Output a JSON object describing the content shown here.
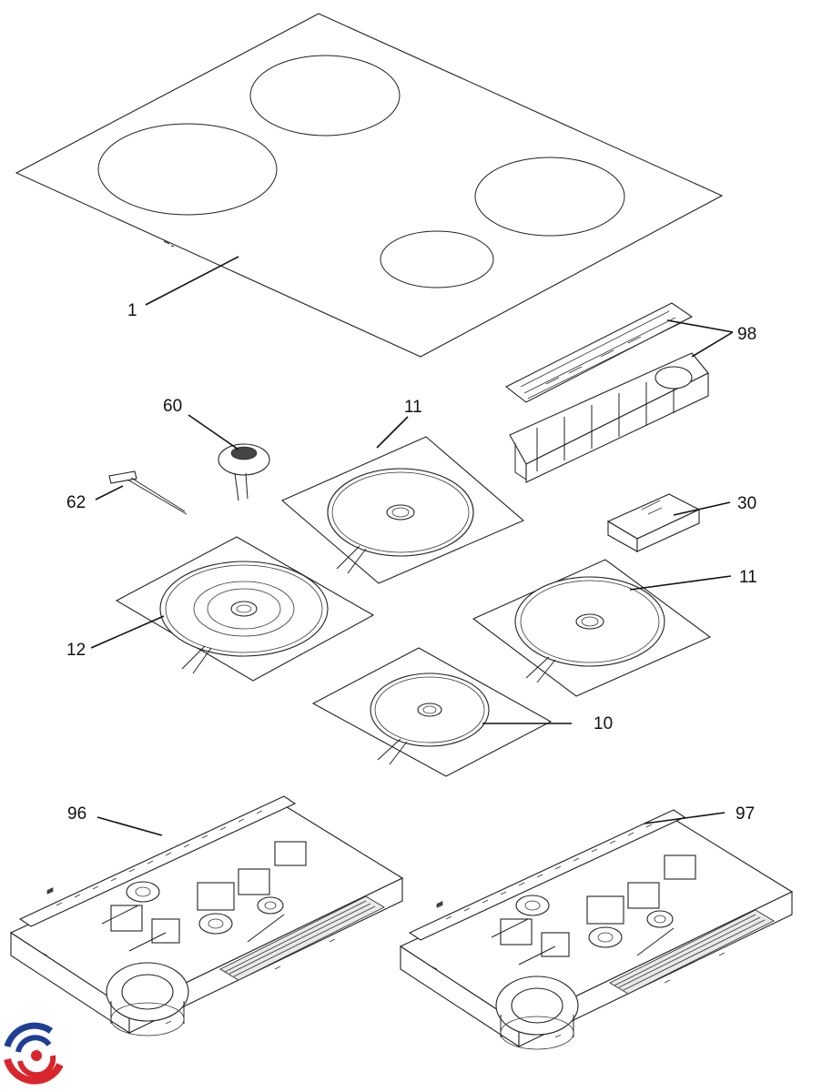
{
  "labels": {
    "l1": "1",
    "l98": "98",
    "l60": "60",
    "l11a": "11",
    "l62": "62",
    "l30": "30",
    "l11b": "11",
    "l12": "12",
    "l10": "10",
    "l96": "96",
    "l97": "97"
  },
  "colors": {
    "ink": "#111111",
    "background": "#ffffff",
    "logo_red": "#d9252b",
    "logo_blue": "#1f3f95"
  },
  "logo": {
    "icon": "brand-logo-icon"
  }
}
